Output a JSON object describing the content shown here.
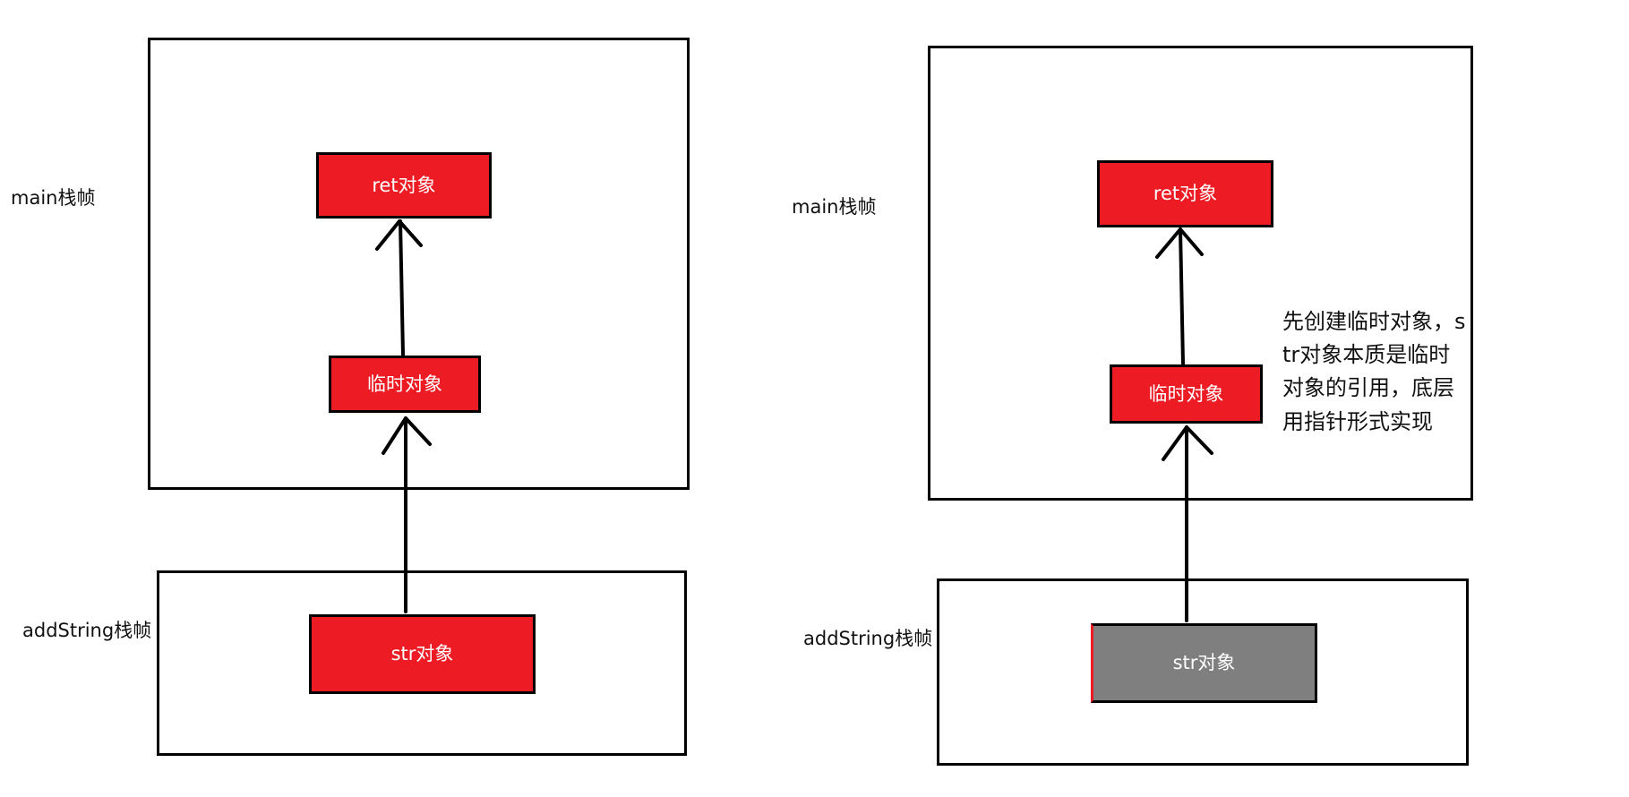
{
  "colors": {
    "object_fill": "#ed1c24",
    "reference_fill": "#7f7f7f",
    "stroke": "#000000",
    "text_on_box": "#ffffff"
  },
  "left": {
    "main_frame_label": "main栈帧",
    "ret_label": "ret对象",
    "temp_label": "临时对象",
    "addstring_frame_label": "addString栈帧",
    "str_label": "str对象"
  },
  "right": {
    "main_frame_label": "main栈帧",
    "ret_label": "ret对象",
    "temp_label": "临时对象",
    "addstring_frame_label": "addString栈帧",
    "str_label": "str对象",
    "note": "先创建临时对象，str对象本质是临时对象的引用，底层用指针形式实现"
  }
}
